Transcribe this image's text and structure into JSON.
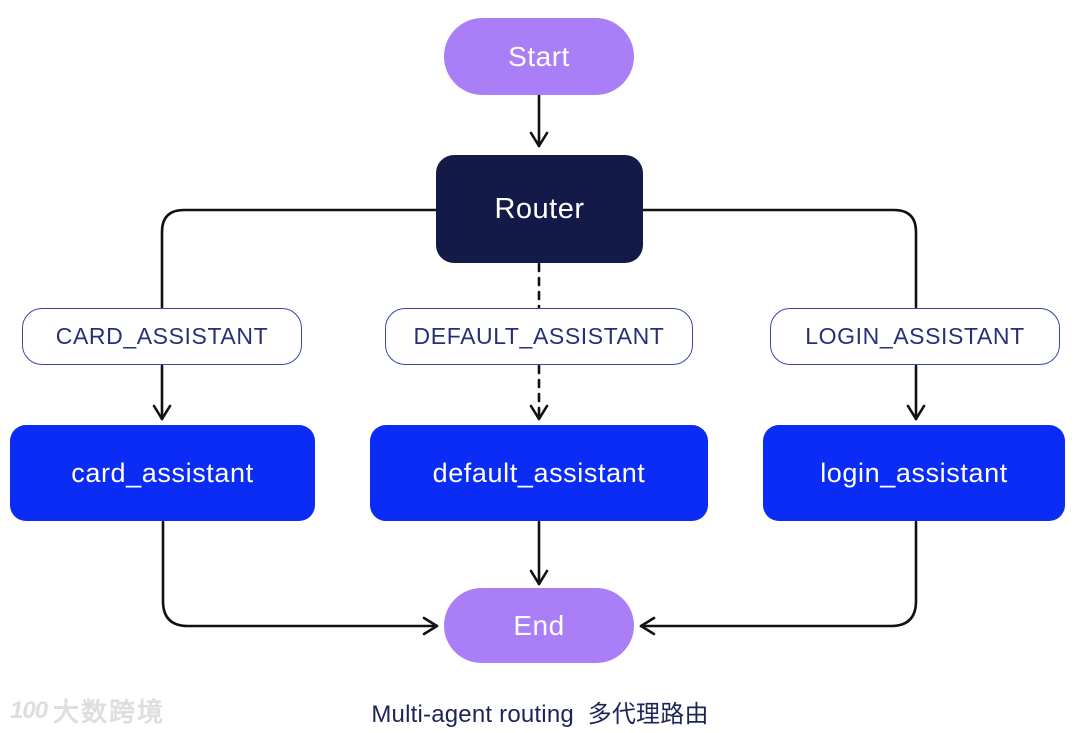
{
  "diagram": {
    "caption": "Multi-agent routing  多代理路由",
    "nodes": {
      "start": {
        "label": "Start",
        "type": "terminal"
      },
      "router": {
        "label": "Router",
        "type": "process"
      },
      "card_label": {
        "label": "CARD_ASSISTANT",
        "type": "edge-label"
      },
      "default_label": {
        "label": "DEFAULT_ASSISTANT",
        "type": "edge-label"
      },
      "login_label": {
        "label": "LOGIN_ASSISTANT",
        "type": "edge-label"
      },
      "card_agent": {
        "label": "card_assistant",
        "type": "agent"
      },
      "default_agent": {
        "label": "default_assistant",
        "type": "agent"
      },
      "login_agent": {
        "label": "login_assistant",
        "type": "agent"
      },
      "end": {
        "label": "End",
        "type": "terminal"
      }
    },
    "edges": [
      {
        "from": "start",
        "to": "router",
        "style": "solid",
        "arrow": true
      },
      {
        "from": "router",
        "to": "card_label",
        "style": "solid",
        "arrow": false
      },
      {
        "from": "router",
        "to": "default_label",
        "style": "dashed",
        "arrow": false
      },
      {
        "from": "router",
        "to": "login_label",
        "style": "solid",
        "arrow": false
      },
      {
        "from": "card_label",
        "to": "card_agent",
        "style": "solid",
        "arrow": true
      },
      {
        "from": "default_label",
        "to": "default_agent",
        "style": "dashed",
        "arrow": true
      },
      {
        "from": "login_label",
        "to": "login_agent",
        "style": "solid",
        "arrow": true
      },
      {
        "from": "card_agent",
        "to": "end",
        "style": "solid",
        "arrow": true
      },
      {
        "from": "default_agent",
        "to": "end",
        "style": "solid",
        "arrow": true
      },
      {
        "from": "login_agent",
        "to": "end",
        "style": "solid",
        "arrow": true
      }
    ],
    "colors": {
      "terminal_fill": "#A97EF7",
      "router_fill": "#141A47",
      "agent_fill": "#0B2CF5",
      "edge_label_border": "#3A47A0",
      "edge_label_text": "#272F78",
      "connector": "#111111",
      "caption_text": "#1B2558",
      "node_text": "#FFFFFF"
    }
  },
  "watermark": {
    "logo": "100",
    "text": "大数跨境"
  }
}
